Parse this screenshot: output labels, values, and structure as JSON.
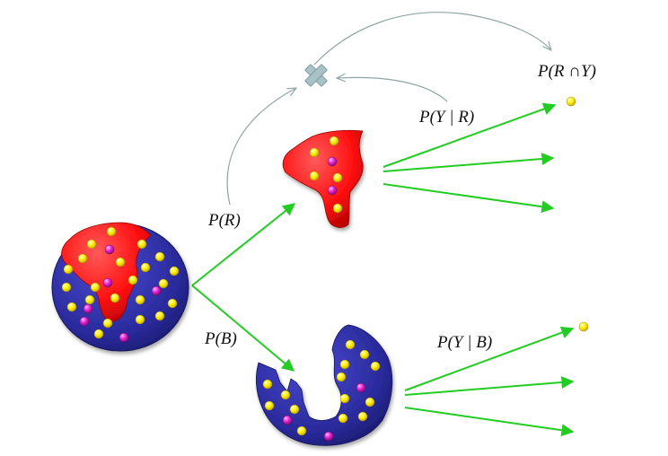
{
  "labels": {
    "p_r": "P(R)",
    "p_b": "P(B)",
    "p_y_given_r": "P(Y | R)",
    "p_y_given_b": "P(Y | B)",
    "p_r_and_y": "P(R ∩Y)"
  },
  "colors": {
    "disk_blue": "#2a2a9c",
    "region_red": "#ff1010",
    "ball_yellow": "#ffee00",
    "ball_magenta": "#e020d0",
    "arrow_green": "#22cc22",
    "curve_gray": "#8fa6a6",
    "cross_gray": "#a9c2c8"
  },
  "icons": {
    "cross": "cross-icon",
    "ball": "ball-icon"
  }
}
